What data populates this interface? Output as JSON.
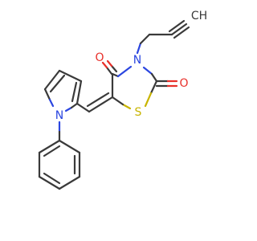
{
  "molecule": {
    "atoms": {
      "O4": "O",
      "O2": "O",
      "N3": "N",
      "S1": "S",
      "N_pyrrole": "N",
      "CH_terminal": "CH"
    },
    "colors": {
      "bond": "#3a3a3a",
      "oxygen": "#e8302a",
      "nitrogen": "#2b46e0",
      "sulfur": "#c8b400"
    }
  }
}
